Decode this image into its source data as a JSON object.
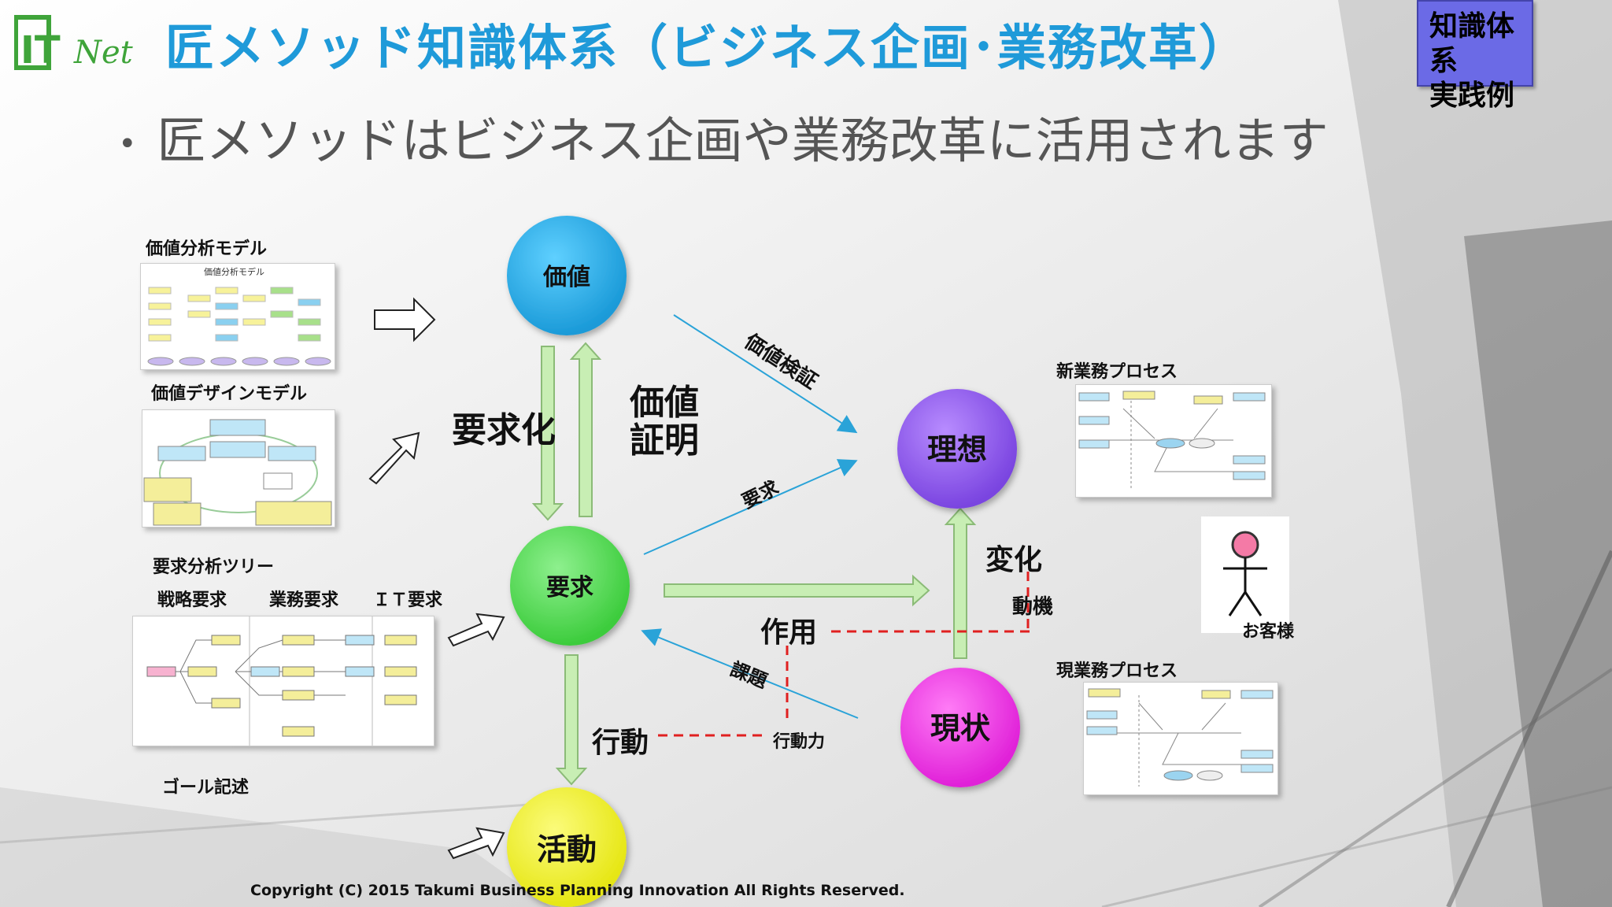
{
  "header": {
    "logo_text": "Net",
    "logo_mark": "IT",
    "title": "匠メソッド知識体系（ビジネス企画･業務改革）",
    "badge": [
      "知識体系",
      "実践例"
    ]
  },
  "bullet": "匠メソッドはビジネス企画や業務改革に活用されます",
  "left_models": {
    "value_analysis": "価値分析モデル",
    "value_analysis_inner": "価値分析モデル",
    "value_design": "価値デザインモデル",
    "req_tree": "要求分析ツリー",
    "req_cols": [
      "戦略要求",
      "業務要求",
      "ＩＴ要求"
    ],
    "goal": "ゴール記述"
  },
  "nodes": {
    "value": "価値",
    "request": "要求",
    "activity": "活動",
    "ideal": "理想",
    "current": "現状"
  },
  "edge_labels": {
    "requirementize": "要求化",
    "value_proof_1": "価値",
    "value_proof_2": "証明",
    "value_verify": "価値検証",
    "request": "要求",
    "change": "変化",
    "motive": "動機",
    "action": "作用",
    "issue": "課題",
    "behavior": "行動",
    "behavior_power": "行動力"
  },
  "right": {
    "new_process": "新業務プロセス",
    "current_process": "現業務プロセス",
    "customer": "お客様"
  },
  "copyright": "Copyright (C) 2015 Takumi Business Planning Innovation All Rights Reserved.",
  "colors": {
    "title_blue": "#1f9ad9",
    "badge_purple": "#6b6ae6",
    "value_node": "#2fb6ee",
    "request_node": "#5ee05e",
    "activity_node": "#f5f528",
    "ideal_node": "#9966ee",
    "current_node": "#f040e8",
    "arrow_blue": "#2aa3d8",
    "arrow_green": "#c8eeb4",
    "dash_red": "#e02020"
  }
}
